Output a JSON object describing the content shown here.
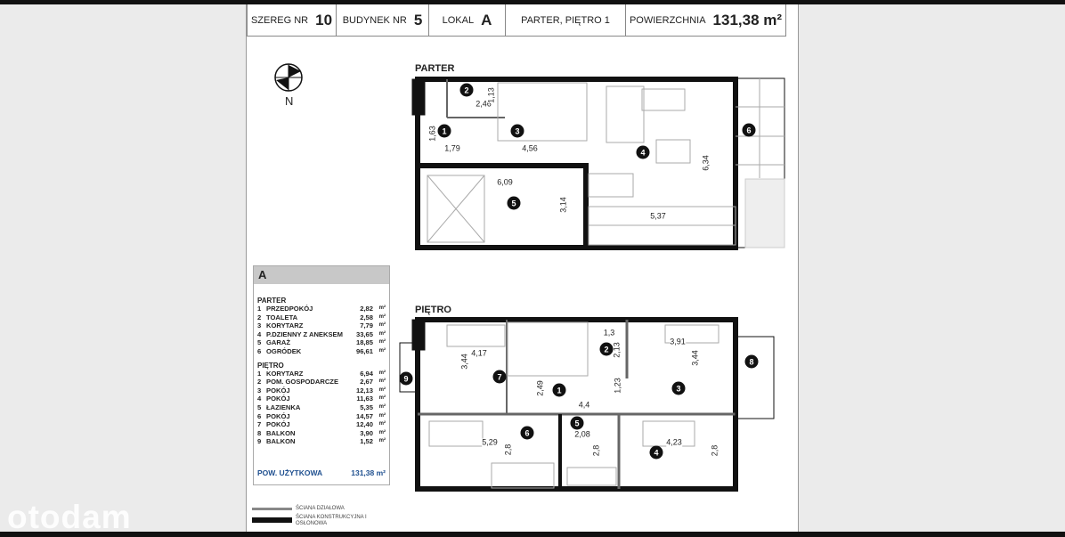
{
  "header": {
    "szereg_label": "SZEREG NR",
    "szereg": "10",
    "budynek_label": "BUDYNEK NR",
    "budynek": "5",
    "lokal_label": "LOKAL",
    "lokal": "A",
    "floors": "PARTER, PIĘTRO 1",
    "area_label": "POWIERZCHNIA",
    "area": "131,38 m²"
  },
  "compass": {
    "north": "N"
  },
  "parter": {
    "title": "PARTER",
    "markers": [
      "1",
      "2",
      "3",
      "4",
      "5",
      "6"
    ],
    "dims": [
      "2,46",
      "1,13",
      "1,63",
      "1,79",
      "4,56",
      "6,09",
      "3,14",
      "5,37",
      "6,34"
    ]
  },
  "pietro": {
    "title": "PIĘTRO",
    "markers": [
      "1",
      "2",
      "3",
      "4",
      "5",
      "6",
      "7",
      "8",
      "9"
    ],
    "dims": [
      "4,17",
      "3,44",
      "2,49",
      "1,3",
      "2,13",
      "3,91",
      "3,44",
      "1,23",
      "4,4",
      "2,08",
      "2,8",
      "5,29",
      "2,8",
      "4,23",
      "2,8"
    ]
  },
  "table": {
    "title": "A",
    "parter_label": "PARTER",
    "parter": [
      {
        "n": "1",
        "name": "PRZEDPOKÓJ",
        "area": "2,82",
        "unit": "m²"
      },
      {
        "n": "2",
        "name": "TOALETA",
        "area": "2,58",
        "unit": "m²"
      },
      {
        "n": "3",
        "name": "KORYTARZ",
        "area": "7,79",
        "unit": "m²"
      },
      {
        "n": "4",
        "name": "P.DZIENNY Z ANEKSEM",
        "area": "33,65",
        "unit": "m²"
      },
      {
        "n": "5",
        "name": "GARAŻ",
        "area": "18,85",
        "unit": "m²"
      },
      {
        "n": "6",
        "name": "OGRÓDEK",
        "area": "96,61",
        "unit": "m²"
      }
    ],
    "pietro_label": "PIĘTRO",
    "pietro": [
      {
        "n": "1",
        "name": "KORYTARZ",
        "area": "6,94",
        "unit": "m²"
      },
      {
        "n": "2",
        "name": "POM. GOSPODARCZE",
        "area": "2,67",
        "unit": "m²"
      },
      {
        "n": "3",
        "name": "POKÓJ",
        "area": "12,13",
        "unit": "m²"
      },
      {
        "n": "4",
        "name": "POKÓJ",
        "area": "11,63",
        "unit": "m²"
      },
      {
        "n": "5",
        "name": "ŁAZIENKA",
        "area": "5,35",
        "unit": "m²"
      },
      {
        "n": "6",
        "name": "POKÓJ",
        "area": "14,57",
        "unit": "m²"
      },
      {
        "n": "7",
        "name": "POKÓJ",
        "area": "12,40",
        "unit": "m²"
      },
      {
        "n": "8",
        "name": "BALKON",
        "area": "3,90",
        "unit": "m²"
      },
      {
        "n": "9",
        "name": "BALKON",
        "area": "1,52",
        "unit": "m²"
      }
    ],
    "total_label": "POW. UŻYTKOWA",
    "total": "131,38 m²"
  },
  "legend": {
    "partition": "ŚCIANA DZIAŁOWA",
    "structural": "ŚCIANA KONSTRUKCYJNA I OSŁONOWA"
  },
  "logo": "otodam"
}
